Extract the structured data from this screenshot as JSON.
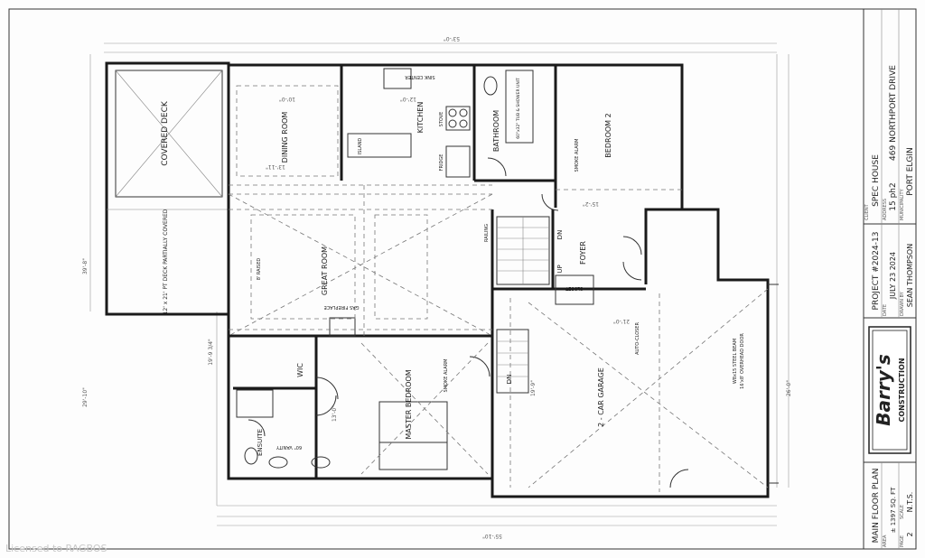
{
  "rooms": {
    "covered_deck": "COVERED DECK",
    "dining": "DINING ROOM",
    "kitchen": "KITCHEN",
    "bathroom": "BATHROOM",
    "bedroom2": "BEDROOM 2",
    "great_room": "GREAT ROOM",
    "foyer": "FOYER",
    "wic": "WIC",
    "ensuite": "ENSUITE",
    "master": "MASTER BEDROOM",
    "garage": "2 - CAR GARAGE",
    "deck_partial": "12' x 21' PT DECK PARTIALLY COVERED"
  },
  "notes": {
    "stove": "STOVE",
    "fridge": "FRIDGE",
    "sink": "SINK CENTER",
    "island": "ISLAND",
    "fireplace": "GAS FIREPLACE",
    "closet": "CLOSET",
    "up": "UP",
    "dn": "DN",
    "smoke": "SMOKE ALARM",
    "vanity": "60\" VANITY",
    "tub": "60\"x32\" TUB & SHOWER UNIT",
    "steel_beam": "W8x15 STEEL BEAM",
    "overhead_door": "16'x8' OVERHEAD DOOR",
    "auto_closer": "AUTO-CLOSER",
    "raised": "8' RAISED",
    "railing": "RAILING"
  },
  "dims": {
    "overall_top": "53'-0\"",
    "overall_bottom": "55'-10\"",
    "dim_a": "10'-0\"",
    "dim_b": "13'-0\"",
    "dim_c": "12'-0\"",
    "dim_d": "15'-2\"",
    "dim_e": "21'-0\"",
    "dim_f": "19'-9\"",
    "dim_g": "13'-11\"",
    "dim_h": "19'-9 3/4\"",
    "dim_i": "26'-0\"",
    "dim_j": "29'-10\"",
    "dim_k": "39'-8\""
  },
  "title_block": {
    "client_label": "CLIENT",
    "client": "SPEC HOUSE",
    "address_label": "ADDRESS",
    "address_line1": "15 ph2",
    "address_line2": "469 NORTHPORT DRIVE",
    "municipality_label": "MUNICIPALITY",
    "municipality": "PORT ELGIN",
    "project": "PROJECT #2024-13",
    "date_label": "DATE",
    "date": "JULY 23 2024",
    "drawn_label": "DRAWN BY",
    "drawn_by": "SEAN THOMPSON",
    "logo_name": "Barry's",
    "logo_sub": "CONSTRUCTION",
    "sheet_title": "MAIN FLOOR PLAN",
    "area_label": "AREA",
    "area": "± 1397 SQ. FT",
    "page_label": "PAGE",
    "page": "2",
    "scale_label": "SCALE",
    "scale": "N.T.S."
  },
  "watermark": "Licensed to RAGBOS",
  "colors": {
    "line": "#1a1a1a",
    "paper": "#fdfdfd",
    "watermark": "#c8c8c8"
  }
}
